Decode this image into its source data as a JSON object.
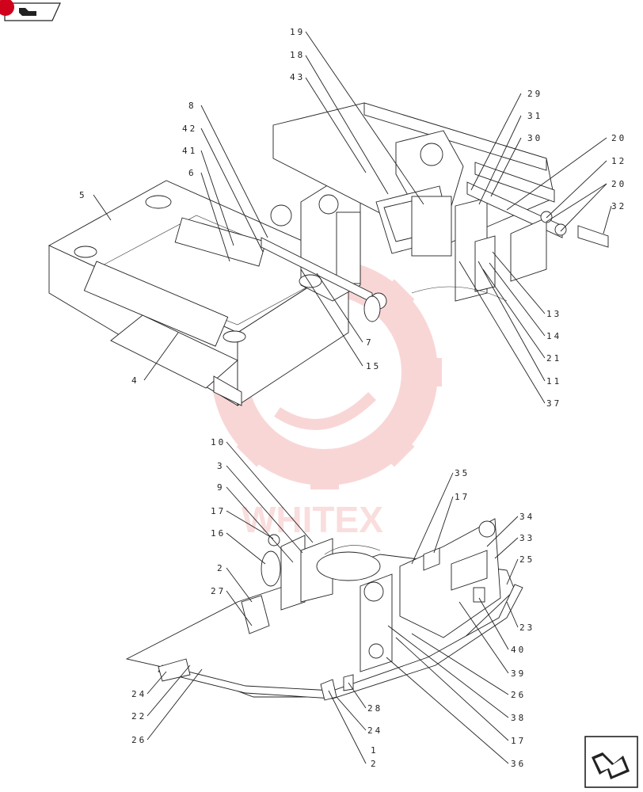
{
  "nav": {
    "prev_icon": "back-arrow-icon",
    "next_icon": "forward-arrow-icon"
  },
  "watermark": {
    "text": "WHITEX",
    "color": "#e02020"
  },
  "labels": {
    "top": [
      "19",
      "18",
      "43",
      "8",
      "42",
      "41",
      "6",
      "5",
      "4",
      "7",
      "15",
      "29",
      "31",
      "30",
      "20",
      "12",
      "20",
      "32",
      "13",
      "14",
      "21",
      "11",
      "37"
    ],
    "bottom": [
      "10",
      "3",
      "9",
      "17",
      "16",
      "2",
      "27",
      "24",
      "22",
      "26",
      "35",
      "17",
      "34",
      "33",
      "25",
      "23",
      "40",
      "39",
      "26",
      "38",
      "28",
      "24",
      "17",
      "1",
      "2",
      "36"
    ]
  },
  "colors": {
    "line": "#222222",
    "accent": "#d0021b"
  }
}
